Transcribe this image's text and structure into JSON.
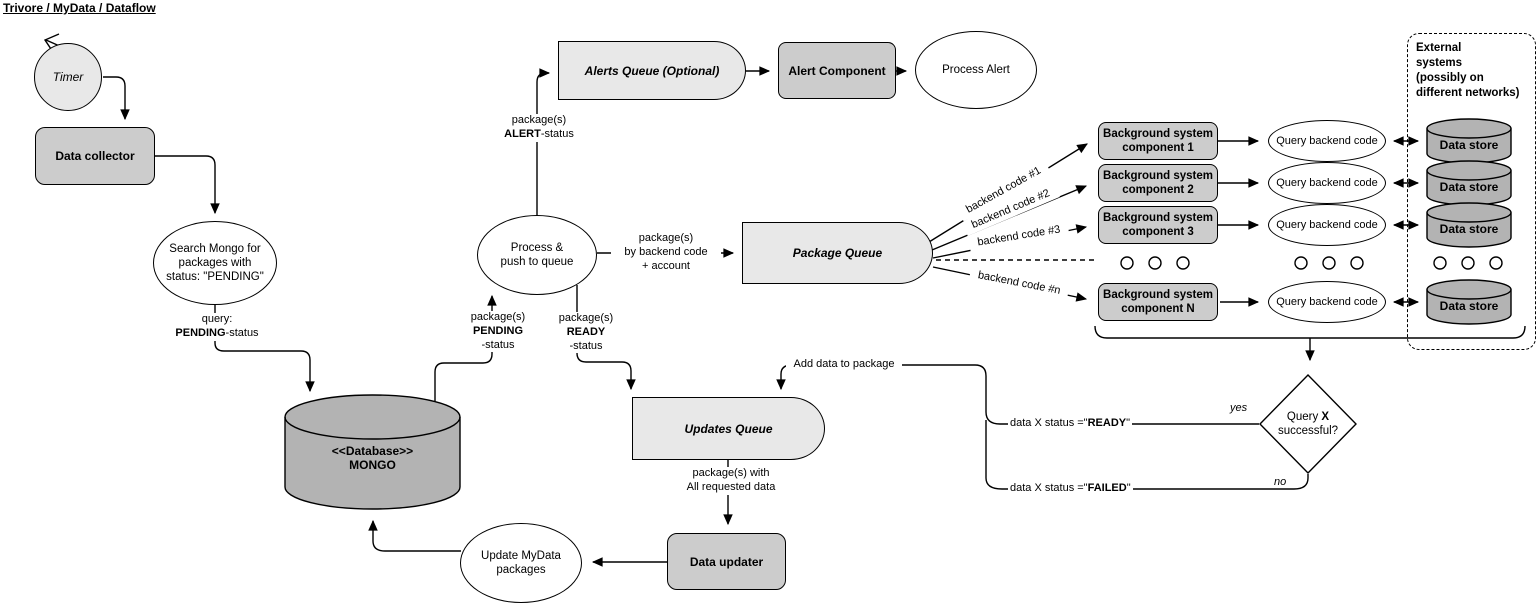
{
  "title": "Trivore / MyData / Dataflow",
  "colors": {
    "box_fill": "#cccccc",
    "queue_fill": "#e8e8e8",
    "cylinder_fill": "#b3b3b3",
    "timer_fill": "#e8e8e8",
    "stroke": "#000000",
    "background": "#ffffff"
  },
  "nodes": {
    "timer": "Timer",
    "data_collector": "Data collector",
    "search_mongo": "Search Mongo for\npackages with\nstatus: \"PENDING\"",
    "mongo_stereotype": "<<Database>>",
    "mongo_name": "MONGO",
    "process_push": "Process &\npush to queue",
    "alerts_queue": "Alerts Queue (Optional)",
    "alert_component": "Alert Component",
    "process_alert": "Process Alert",
    "package_queue": "Package Queue",
    "updates_queue": "Updates Queue",
    "data_updater": "Data updater",
    "update_mydata": "Update MyData\npackages",
    "decision_pre": "Query ",
    "decision_bold": "X",
    "decision_line2": "successful?",
    "external_label": "External\nsystems\n(possibly on\ndifferent networks)"
  },
  "backend_rows": [
    {
      "component": "Background system\ncomponent 1",
      "query": "Query backend code",
      "store": "Data store",
      "code": "backend code #1"
    },
    {
      "component": "Background system\ncomponent 2",
      "query": "Query backend code",
      "store": "Data store",
      "code": "backend code #2"
    },
    {
      "component": "Background system\ncomponent 3",
      "query": "Query backend code",
      "store": "Data store",
      "code": "backend code #3"
    },
    {
      "component": "Background system\ncomponent N",
      "query": "Query backend code",
      "store": "Data store",
      "code": "backend code #n"
    }
  ],
  "edge_labels": {
    "query_l1": "query:",
    "query_bold": "PENDING",
    "query_rest": "-status",
    "alert_l1": "package(s)",
    "alert_bold": "ALERT",
    "alert_rest": "-status",
    "pending_l1": "package(s)",
    "pending_bold": "PENDING",
    "pending_rest": "-status",
    "ready_l1": "package(s)",
    "ready_bold": "READY",
    "ready_rest": "-status",
    "by_backend": "package(s)\nby backend code\n+ account",
    "add_data": "Add data to package",
    "packages_with": "package(s) with\nAll requested data",
    "ready_pre": "data X status =\"",
    "ready_word": "READY",
    "ready_post": "\"",
    "failed_pre": "data X status =\"",
    "failed_word": "FAILED",
    "failed_post": "\"",
    "yes": "yes",
    "no": "no"
  }
}
